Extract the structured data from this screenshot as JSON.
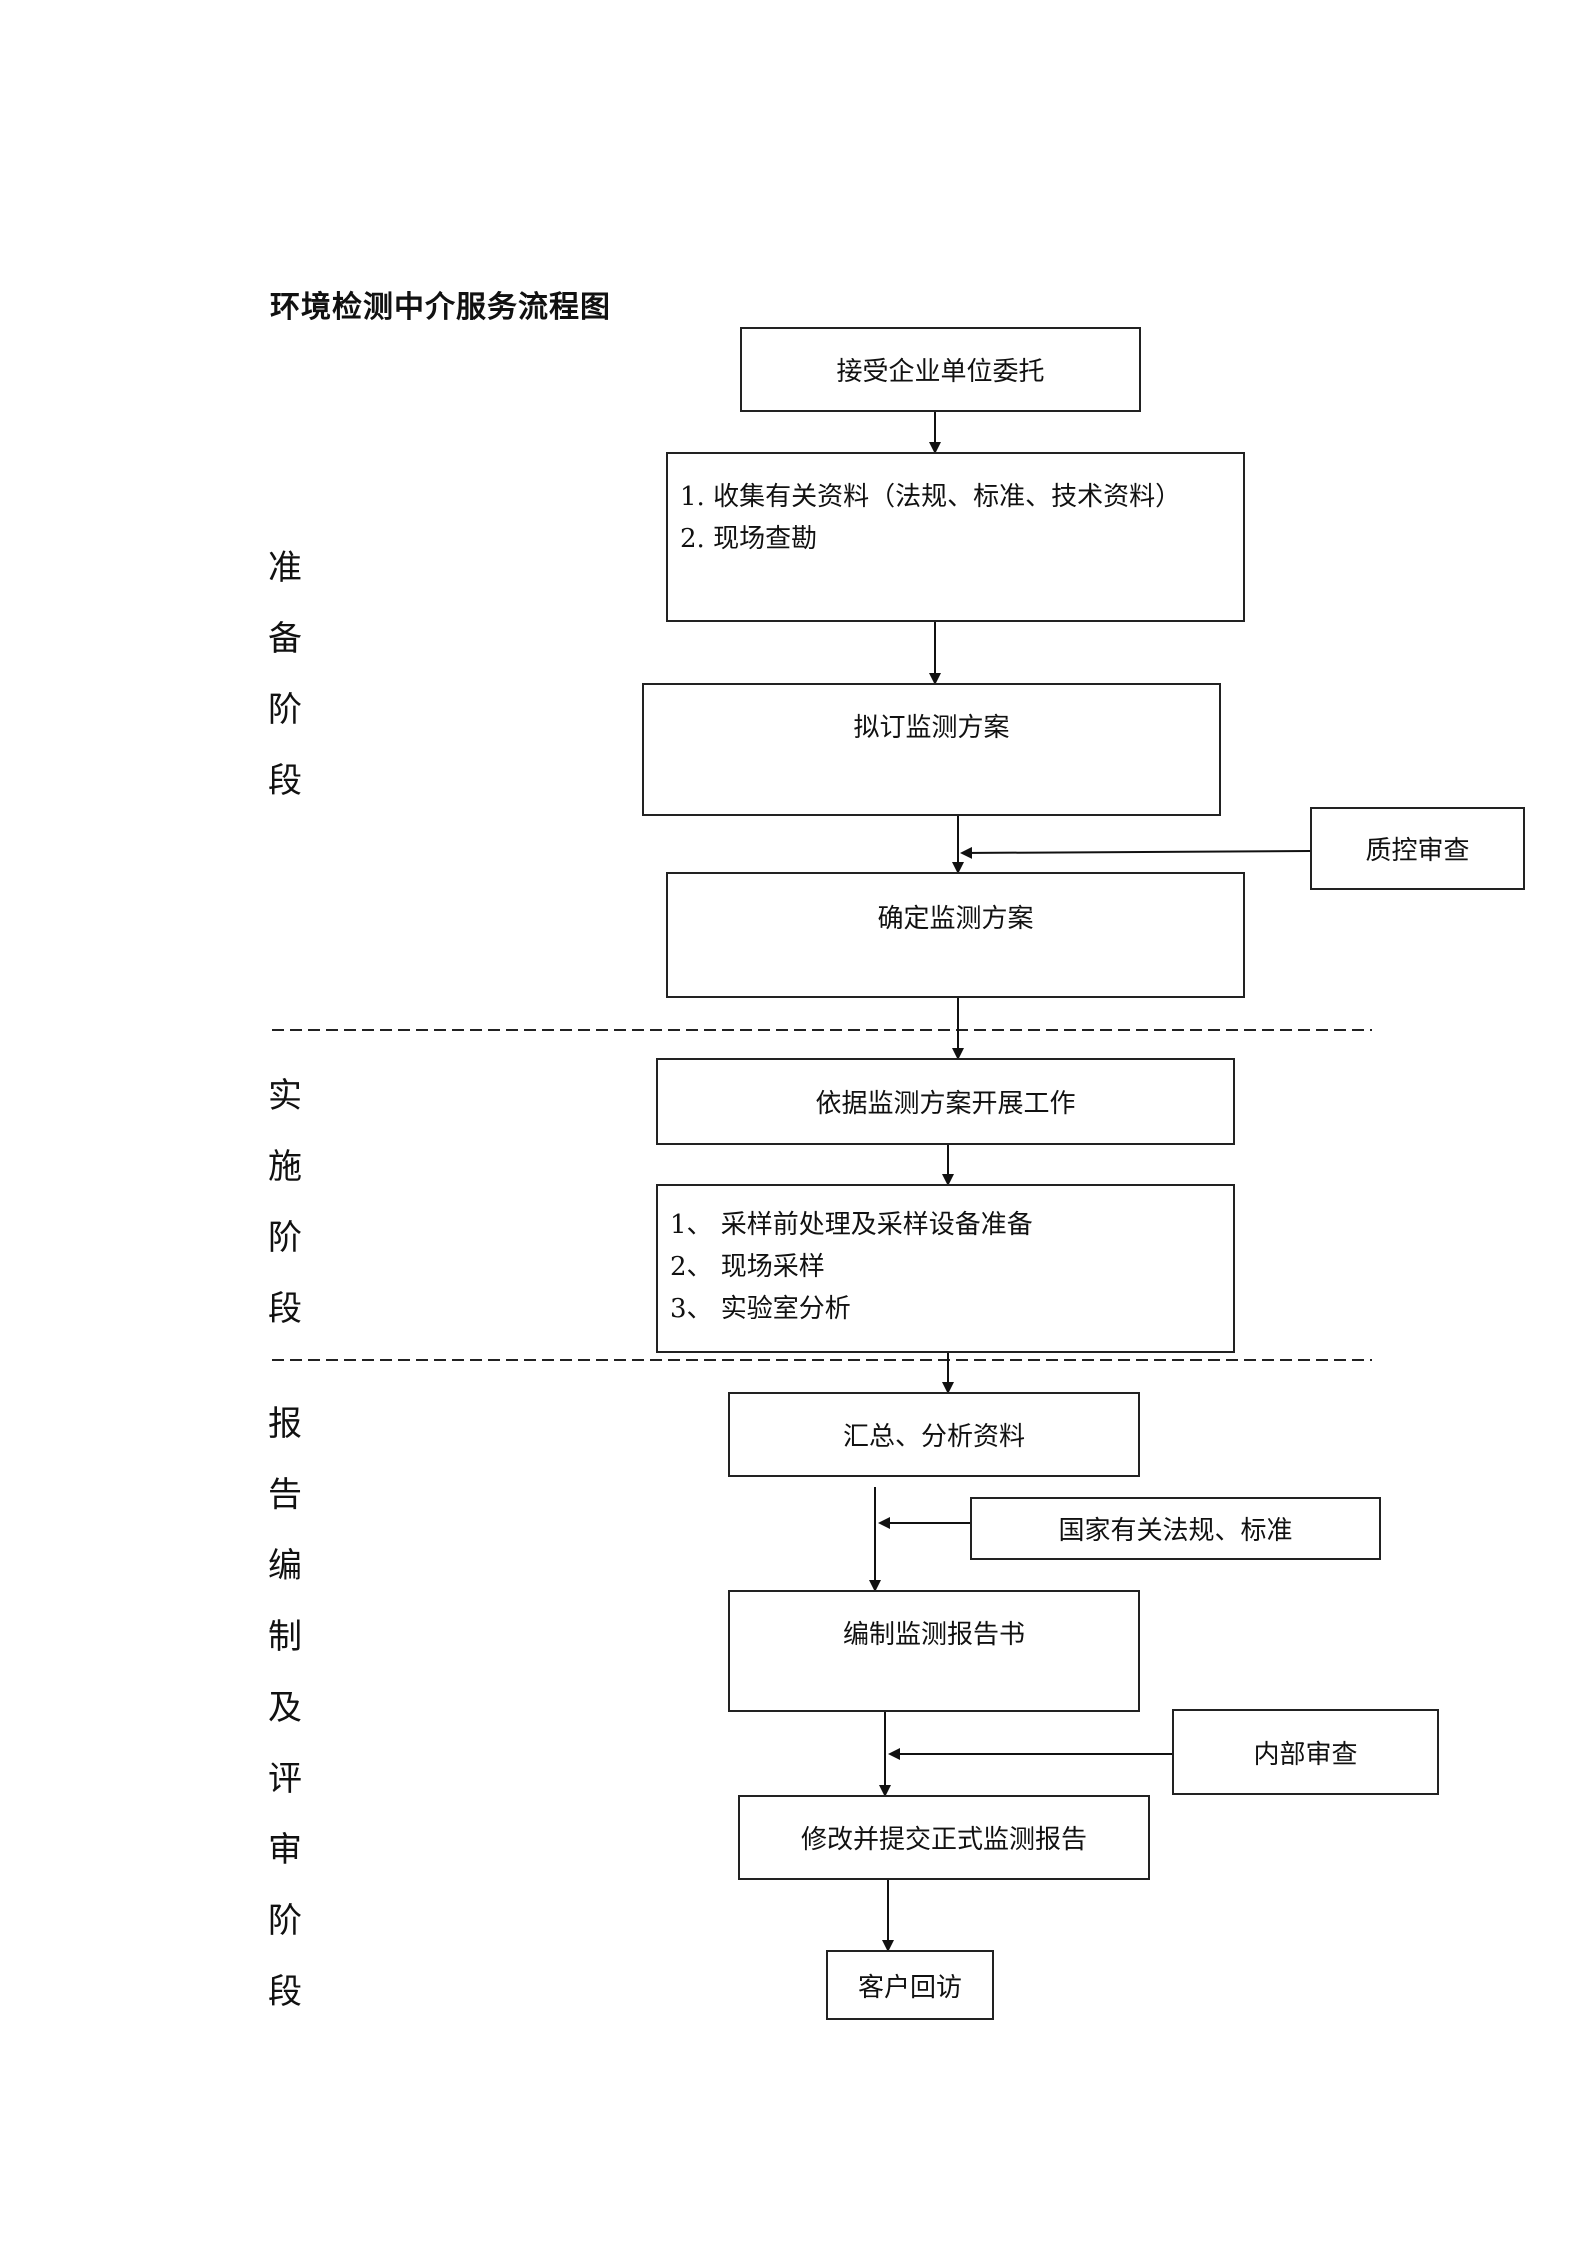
{
  "title": "环境检测中介服务流程图",
  "phases": {
    "prepare": [
      "准",
      "备",
      "阶",
      "段"
    ],
    "implement": [
      "实",
      "施",
      "阶",
      "段"
    ],
    "report": [
      "报",
      "告",
      "编",
      "制",
      "及",
      "评",
      "审",
      "阶",
      "段"
    ]
  },
  "nodes": {
    "accept": "接受企业单位委托",
    "collect": [
      "1. 收集有关资料（法规、标准、技术资料）",
      "2. 现场查勘"
    ],
    "draft": "拟订监测方案",
    "qc": "质控审查",
    "confirm": "确定监测方案",
    "work": "依据监测方案开展工作",
    "sampling": [
      "1、 采样前处理及采样设备准备",
      "2、 现场采样",
      "3、 实验室分析"
    ],
    "summary": "汇总、分析资料",
    "standards": "国家有关法规、标准",
    "compile": "编制监测报告书",
    "internal": "内部审查",
    "submit": "修改并提交正式监测报告",
    "visit": "客户回访"
  }
}
